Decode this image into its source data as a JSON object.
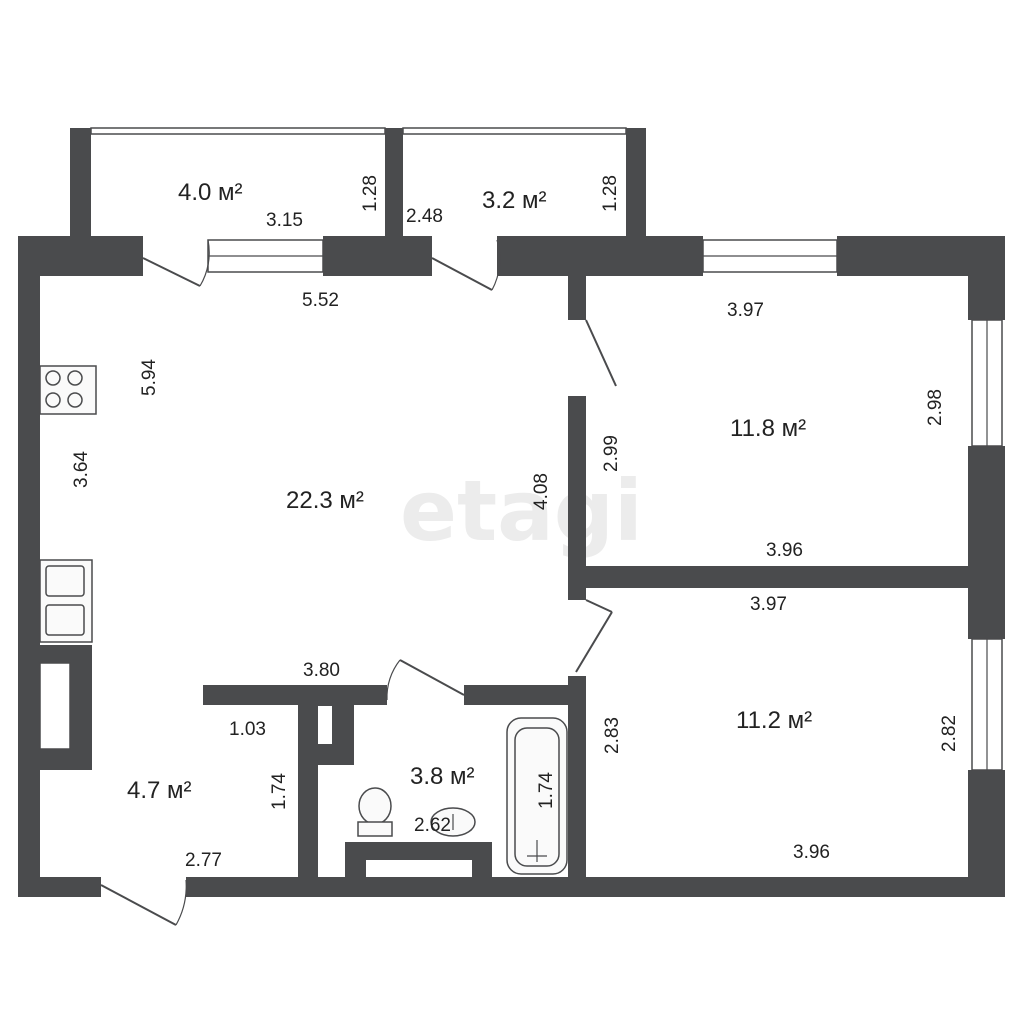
{
  "watermark": "etagi",
  "rooms": {
    "balcony_left": {
      "area": "4.0 м²",
      "width": "3.15",
      "depth": "1.28"
    },
    "balcony_right": {
      "area": "3.2 м²",
      "width": "2.48",
      "depth": "1.28"
    },
    "kitchen_living": {
      "area": "22.3 м²",
      "top": "5.52",
      "length": "5.94",
      "left": "3.64",
      "right": "4.08",
      "bottom": "3.80"
    },
    "bedroom_top": {
      "area": "11.8 м²",
      "top": "3.97",
      "bottom": "3.96",
      "left": "2.99",
      "right": "2.98"
    },
    "bedroom_bottom": {
      "area": "11.2 м²",
      "top": "3.97",
      "bottom": "3.96",
      "left": "2.83",
      "right": "2.82"
    },
    "hall": {
      "area": "4.7 м²",
      "top": "1.03",
      "bottom": "2.77",
      "right": "1.74"
    },
    "bathroom": {
      "area": "3.8 м²",
      "width": "2.62",
      "depth": "1.74"
    }
  }
}
